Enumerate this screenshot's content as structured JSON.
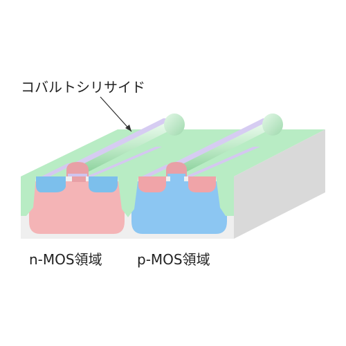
{
  "callout": {
    "text": "コバルトシリサイド"
  },
  "regions": [
    {
      "text": "n-MOS領域"
    },
    {
      "text": "p-MOS領域"
    }
  ],
  "colors": {
    "substrate_top": "#ffffff",
    "substrate_front": "#eeeeee",
    "substrate_side": "#d5d5d5",
    "oxide_green": "#b8ecc4",
    "oxide_green_dark": "#8fd8a0",
    "nwell_pink": "#f4b4b6",
    "pwell_blue": "#8cc6f2",
    "diffusion_blue": "#7cbfec",
    "diffusion_pink": "#f0a4a8",
    "silicide_lavender": "#cfc4ee",
    "gate_pink": "#e8a0a6",
    "gate_cylinder_light": "#d8f6dd",
    "gate_cylinder_dark": "#9ad8a8",
    "callout_line": "#333333"
  }
}
